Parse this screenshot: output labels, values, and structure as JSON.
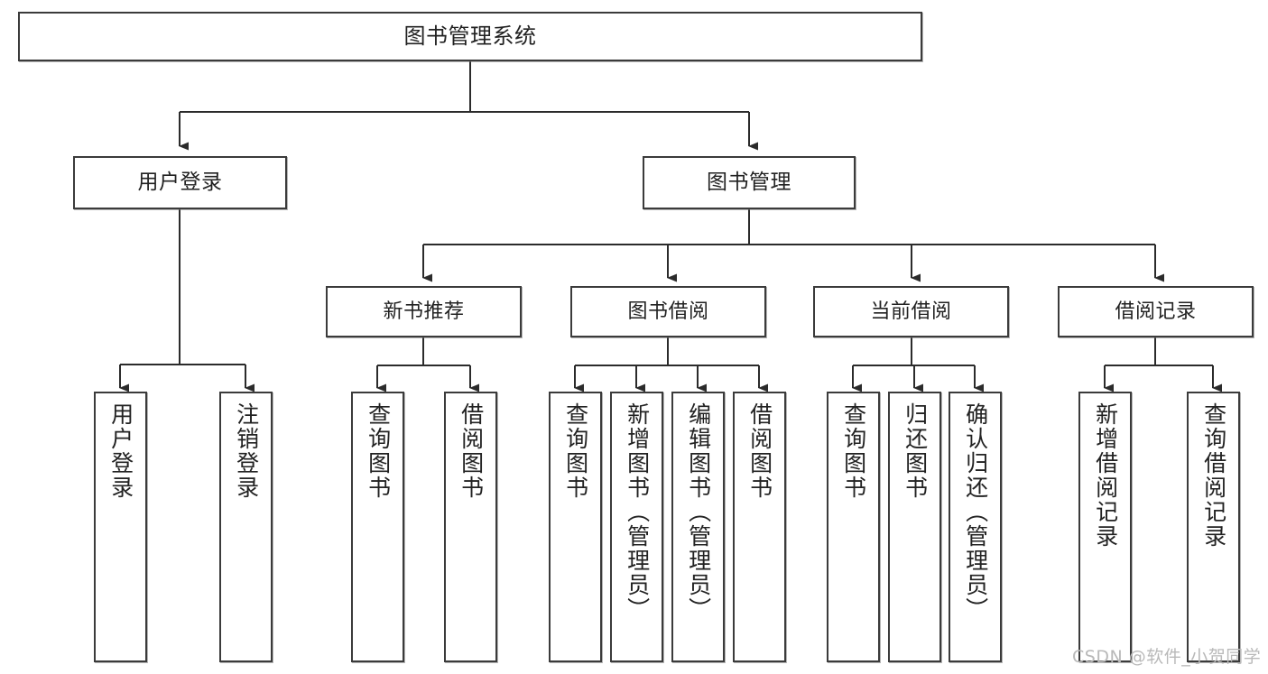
{
  "diagram": {
    "title": "图书管理系统",
    "type": "tree-hierarchy-diagram",
    "orientation": "top-down",
    "colors": {
      "box_border": "#3b3b3b",
      "box_fill": "#ffffff",
      "edge": "#2b2b2b",
      "text": "#222222",
      "watermark": "#b9b9b9",
      "canvas": "#ffffff"
    },
    "watermark": "CSDN @软件_小贺同学",
    "nodes": {
      "root": {
        "label": "图书管理系统"
      },
      "level2": [
        {
          "id": "user-login",
          "label": "用户登录"
        },
        {
          "id": "book-manage",
          "label": "图书管理"
        }
      ],
      "level3": [
        {
          "id": "new-book-recommend",
          "label": "新书推荐"
        },
        {
          "id": "book-borrow",
          "label": "图书借阅"
        },
        {
          "id": "current-borrow",
          "label": "当前借阅"
        },
        {
          "id": "borrow-record",
          "label": "借阅记录"
        }
      ],
      "leaves": {
        "user-login": [
          {
            "id": "leaf-user-login",
            "label": "用户登录"
          },
          {
            "id": "leaf-logout",
            "label": "注销登录"
          }
        ],
        "new-book-recommend": [
          {
            "id": "leaf-query-book-1",
            "label": "查询图书"
          },
          {
            "id": "leaf-borrow-book-1",
            "label": "借阅图书"
          }
        ],
        "book-borrow": [
          {
            "id": "leaf-query-book-2",
            "label": "查询图书"
          },
          {
            "id": "leaf-add-book",
            "label": "新增图书（管理员）"
          },
          {
            "id": "leaf-edit-book",
            "label": "编辑图书（管理员）"
          },
          {
            "id": "leaf-borrow-book-2",
            "label": "借阅图书"
          }
        ],
        "current-borrow": [
          {
            "id": "leaf-query-book-3",
            "label": "查询图书"
          },
          {
            "id": "leaf-return-book",
            "label": "归还图书"
          },
          {
            "id": "leaf-confirm-return",
            "label": "确认归还（管理员）"
          }
        ],
        "borrow-record": [
          {
            "id": "leaf-add-record",
            "label": "新增借阅记录"
          },
          {
            "id": "leaf-query-record",
            "label": "查询借阅记录"
          }
        ]
      }
    }
  }
}
